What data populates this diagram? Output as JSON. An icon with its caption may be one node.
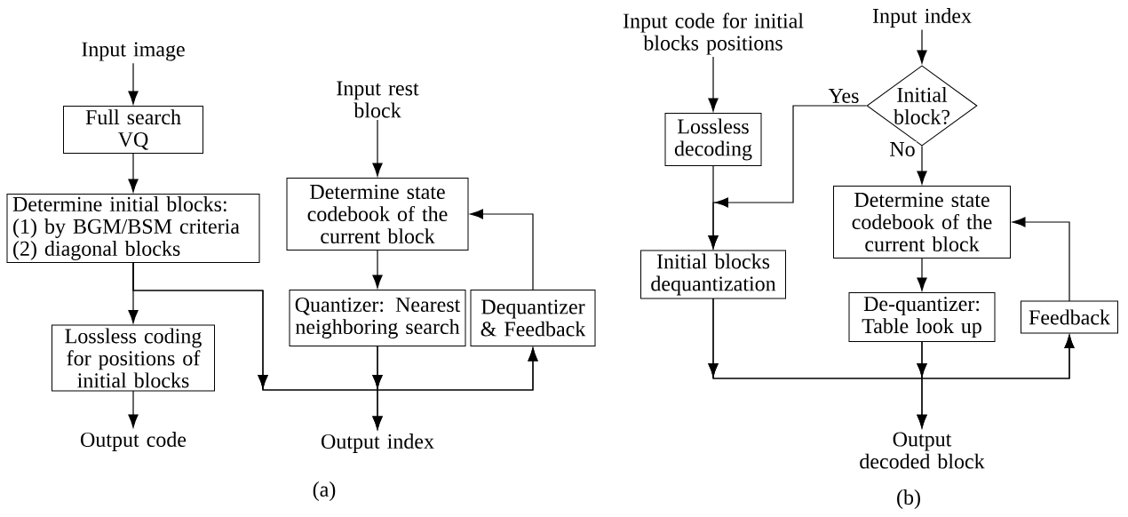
{
  "diagram": {
    "nodes": [
      {
        "text": [
          "Input image"
        ]
      },
      {
        "text": [
          "Full search VQ"
        ]
      },
      {
        "text": [
          "Determine initial blocks: (1) by BGM/BSM criteria (2) diagonal blocks"
        ]
      },
      {
        "text": [
          "Lossless coding for positions of initial blocks"
        ]
      },
      {
        "text": [
          "Output code"
        ]
      },
      {
        "text": [
          "Input rest block"
        ]
      },
      {
        "text": [
          "Determine state codebook of the current block"
        ]
      },
      {
        "text": [
          "Quantizer: Nearest neighboring search"
        ]
      },
      {
        "text": [
          "Dequantizer & Feedback"
        ]
      },
      {
        "text": [
          "Output index"
        ]
      },
      {
        "text": [
          "Input code for initial blocks positions"
        ]
      },
      {
        "text": [
          "Input index"
        ]
      },
      {
        "text": [
          "Initial block?"
        ]
      },
      {
        "text": [
          "Lossless decoding"
        ]
      },
      {
        "text": [
          "Determine state codebook of the current block"
        ]
      },
      {
        "text": [
          "Initial blocks dequantization"
        ]
      },
      {
        "text": [
          "De-quantizer: Table look up"
        ]
      },
      {
        "text": [
          "Feedback"
        ]
      },
      {
        "text": [
          "Output decoded block"
        ]
      }
    ],
    "edges": [
      {
        "from": 0,
        "to": 1,
        "arrow": "to"
      },
      {
        "from": 1,
        "to": 2,
        "arrow": "to"
      },
      {
        "from": 2,
        "to": 3,
        "arrow": "to"
      },
      {
        "from": 3,
        "to": 4,
        "arrow": "to"
      },
      {
        "from": 5,
        "to": 6,
        "arrow": "to"
      },
      {
        "from": 6,
        "to": 7,
        "arrow": "to"
      },
      {
        "from": 7,
        "to": 9,
        "arrow": "to"
      },
      {
        "from": 7,
        "to": 8,
        "arrow": "to"
      },
      {
        "from": 2,
        "to": 9,
        "arrow": "to"
      },
      {
        "from": 2,
        "to": 8,
        "arrow": "to"
      },
      {
        "from": 8,
        "to": 6,
        "arrow": "to"
      },
      {
        "from": 10,
        "to": 13,
        "arrow": "to"
      },
      {
        "from": 11,
        "to": 12,
        "arrow": "to"
      },
      {
        "from": 12,
        "to": 14,
        "arrow": "to",
        "label": "No"
      },
      {
        "from": 12,
        "to": 15,
        "arrow": "to",
        "label": "Yes"
      },
      {
        "from": 13,
        "to": 15,
        "arrow": "to"
      },
      {
        "from": 14,
        "to": 16,
        "arrow": "to"
      },
      {
        "from": 15,
        "to": 18,
        "arrow": "to"
      },
      {
        "from": 15,
        "to": 17,
        "arrow": "to"
      },
      {
        "from": 16,
        "to": 18,
        "arrow": "to"
      },
      {
        "from": 16,
        "to": 17,
        "arrow": "to"
      },
      {
        "from": 17,
        "to": 14,
        "arrow": "to"
      }
    ],
    "labels": [
      "(a)",
      "(b)"
    ]
  }
}
